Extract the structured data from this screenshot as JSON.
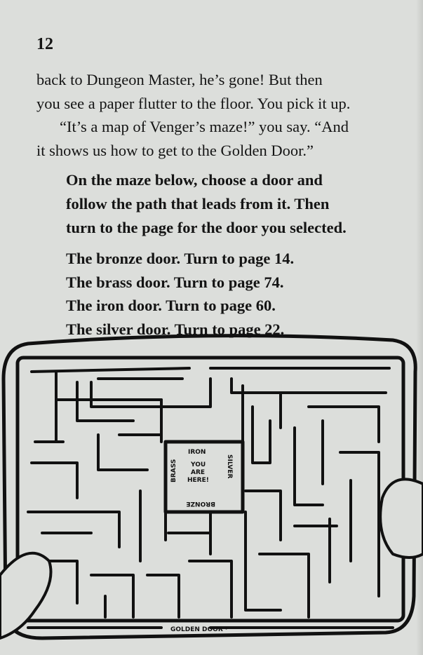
{
  "page_number": "12",
  "paragraph_lines": [
    "back to Dungeon Master, he’s gone!  But then",
    "you see a paper flutter to the floor. You pick it up.",
    "“It’s a map of Venger’s maze!” you say. “And",
    "it shows us how to get to the Golden Door.”"
  ],
  "instruction_lines": [
    "On the maze below, choose a door and",
    "follow the path that leads from it. Then",
    "turn to the page for the door you selected."
  ],
  "choices": [
    "The bronze door. Turn to page 14.",
    "The brass door. Turn to page 74.",
    "The iron door. Turn to page 60.",
    "The silver door. Turn to page 22."
  ],
  "maze": {
    "iron": "IRON",
    "brass": "BRASS",
    "silver": "SILVER",
    "bronze": "BRONZE",
    "you_are_here": [
      "YOU",
      "ARE",
      "HERE!"
    ],
    "golden_door": "GOLDEN DOOR ·"
  }
}
